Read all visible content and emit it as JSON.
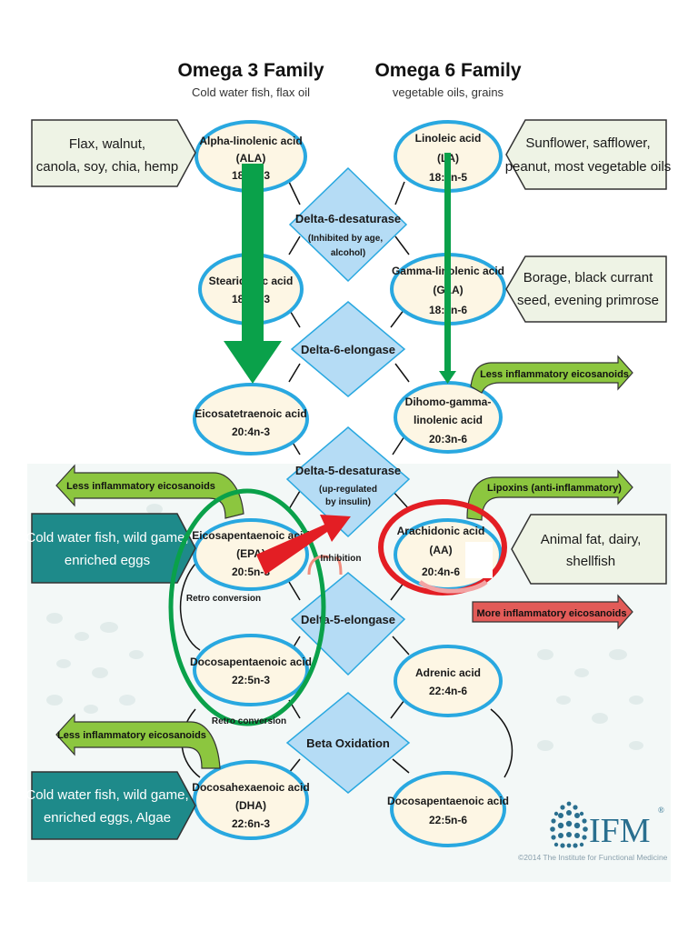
{
  "families": {
    "omega3": {
      "title": "Omega 3 Family",
      "subtitle": "Cold water fish, flax oil"
    },
    "omega6": {
      "title": "Omega 6 Family",
      "subtitle": "vegetable oils, grains"
    }
  },
  "omega3_nodes": [
    {
      "line1": "Alpha-linolenic acid",
      "line2": "(ALA)",
      "line3": "18:3n-3"
    },
    {
      "line1": "Stearidonic acid",
      "line2": "18:4n-3",
      "line3": ""
    },
    {
      "line1": "Eicosatetraenoic acid",
      "line2": "20:4n-3",
      "line3": ""
    },
    {
      "line1": "Eicosapentaenoic acid",
      "line2": "(EPA)",
      "line3": "20:5n-3"
    },
    {
      "line1": "Docosapentaenoic acid",
      "line2": "22:5n-3",
      "line3": ""
    },
    {
      "line1": "Docosahexaenoic acid",
      "line2": "(DHA)",
      "line3": "22:6n-3"
    }
  ],
  "omega6_nodes": [
    {
      "line1": "Linoleic acid",
      "line2": "(LA)",
      "line3": "18:2n-5"
    },
    {
      "line1": "Gamma-linolenic acid",
      "line2": "(GLA)",
      "line3": "18:3n-6"
    },
    {
      "line1": "Dihomo-gamma-",
      "line2": "linolenic acid",
      "line3": "20:3n-6"
    },
    {
      "line1": "Arachidonic acid",
      "line2": "(AA)",
      "line3": "20:4n-6"
    },
    {
      "line1": "Adrenic acid",
      "line2": "22:4n-6",
      "line3": ""
    },
    {
      "line1": "Docosapentaenoic acid",
      "line2": "22:5n-6",
      "line3": ""
    }
  ],
  "enzymes": [
    {
      "name": "Delta-6-desaturase",
      "note1": "(Inhibited by age,",
      "note2": "alcohol)"
    },
    {
      "name": "Delta-6-elongase",
      "note1": "",
      "note2": ""
    },
    {
      "name": "Delta-5-desaturase",
      "note1": "(up-regulated",
      "note2": "by insulin)"
    },
    {
      "name": "Delta-5-elongase",
      "note1": "",
      "note2": ""
    },
    {
      "name": "Beta Oxidation",
      "note1": "",
      "note2": ""
    }
  ],
  "source_boxes": {
    "ala": {
      "line1": "Flax, walnut,",
      "line2": "canola, soy, chia, hemp"
    },
    "la": {
      "line1": "Sunflower, safflower,",
      "line2": "peanut, most vegetable oils"
    },
    "gla": {
      "line1": "Borage, black currant",
      "line2": "seed, evening primrose"
    },
    "epa": {
      "line1": "Cold water fish, wild game,",
      "line2": "enriched eggs"
    },
    "aa": {
      "line1": "Animal fat, dairy,",
      "line2": "shellfish"
    },
    "dha": {
      "line1": "Cold water fish, wild game,",
      "line2": "enriched eggs, Algae"
    }
  },
  "eicosanoid_arrows": {
    "dgla": "Less inflammatory eicosanoids",
    "epa": "Less inflammatory eicosanoids",
    "aa_lipoxins": "Lipoxins (anti-inflammatory)",
    "aa_more": "More inflammatory eicosanoids",
    "dha": "Less inflammatory eicosanoids"
  },
  "labels": {
    "inhibition": "Inhibition",
    "retro1": "Retro conversion",
    "retro2": "Retro conversion"
  },
  "logo": {
    "text": "IFM",
    "reg": "®",
    "copyright": "©2014 The Institute for Functional Medicine"
  },
  "colors": {
    "node_fill": "#fdf6e4",
    "node_stroke": "#29a8e0",
    "enzyme_fill": "#b5dcf5",
    "green_arrow": "#0aa14a",
    "light_green_arrow": "#8cc63f",
    "red_arrow": "#e31e24",
    "source_box_fill": "#eef3e5",
    "teal_box_fill": "#1e8a8a"
  }
}
